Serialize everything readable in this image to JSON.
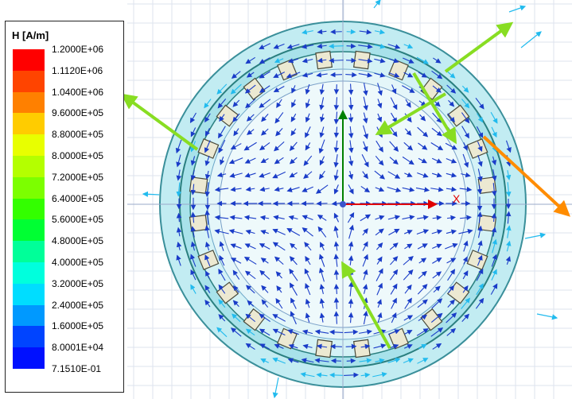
{
  "legend": {
    "title": "H [A/m]",
    "ticks": [
      {
        "label": "1.2000E+06",
        "color": "#ff0000"
      },
      {
        "label": "1.1120E+06",
        "color": "#ff4400"
      },
      {
        "label": "1.0400E+06",
        "color": "#ff8000"
      },
      {
        "label": "9.6000E+05",
        "color": "#ffcc00"
      },
      {
        "label": "8.8000E+05",
        "color": "#e8ff00"
      },
      {
        "label": "8.0000E+05",
        "color": "#b4ff00"
      },
      {
        "label": "7.2000E+05",
        "color": "#7cff00"
      },
      {
        "label": "6.4000E+05",
        "color": "#33ff00"
      },
      {
        "label": "5.6000E+05",
        "color": "#00ff33"
      },
      {
        "label": "4.8000E+05",
        "color": "#00ff99"
      },
      {
        "label": "4.0000E+05",
        "color": "#00ffdd"
      },
      {
        "label": "3.2000E+05",
        "color": "#00ddff"
      },
      {
        "label": "2.4000E+05",
        "color": "#0099ff"
      },
      {
        "label": "1.6000E+05",
        "color": "#0044ff"
      },
      {
        "label": "8.0001E+04",
        "color": "#0010ff"
      },
      {
        "label": "7.1510E-01",
        "color": "#0000ff"
      }
    ]
  },
  "axes": {
    "x_label": "X",
    "x_color": "#ff0000",
    "y_color": "#008000"
  },
  "colors": {
    "ring_fill": "#bfeaf0",
    "ring_stroke": "#2a8a8a",
    "small_arrow": "#1a3cc8",
    "large_arrow": "#88dd22",
    "orange_arrow": "#ff8c00",
    "cyan_arrow": "#22bbee"
  }
}
